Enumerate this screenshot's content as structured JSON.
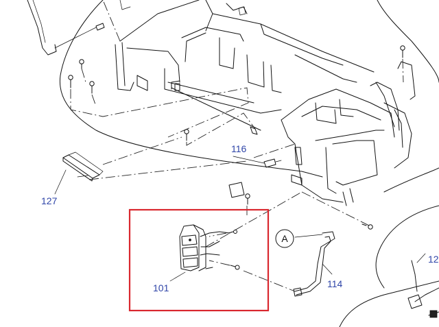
{
  "callouts": {
    "p101": "101",
    "p114": "114",
    "p116": "116",
    "p127": "127",
    "p12x": "12",
    "ref_a": "A"
  },
  "colors": {
    "callout_text": "#2f45a8",
    "highlight_box": "#d9272e",
    "line_art": "#111111"
  }
}
